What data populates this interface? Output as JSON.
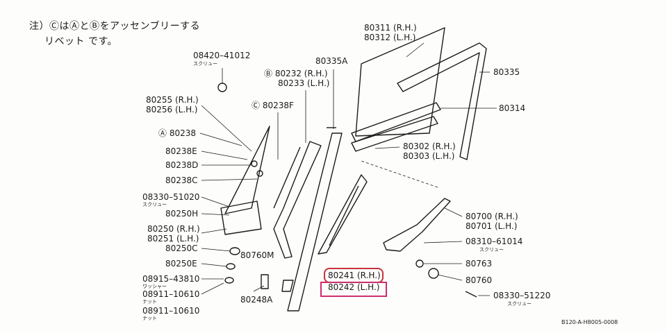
{
  "note": {
    "line1": "注）ⒸはⒶとⒷをアッセンブリーする",
    "line2": "リベット です。"
  },
  "parts": {
    "p80311": "80311 (R.H.)",
    "p80312": "80312 (L.H.)",
    "p08420": "08420–41012",
    "screw_ja": "スクリュー",
    "p80335A": "80335A",
    "p80335": "80335",
    "p80232": "Ⓑ 80232 (R.H.)",
    "p80233": "80233 (L.H.)",
    "p80255": "80255 (R.H.)",
    "p80256": "80256 (L.H.)",
    "p80238F": "Ⓒ 80238F",
    "p80314": "80314",
    "p80238": "Ⓐ 80238",
    "p80302": "80302 (R.H.)",
    "p80303": "80303 (L.H.)",
    "p80238E": "80238E",
    "p80238D": "80238D",
    "p80238C": "80238C",
    "p08330a": "08330–51020",
    "p80250H": "80250H",
    "p80700": "80700 (R.H.)",
    "p80701": "80701 (L.H.)",
    "p80250": "80250 (R.H.)",
    "p80251": "80251 (L.H.)",
    "p08310": "08310–61014",
    "p80250C": "80250C",
    "p80760M": "80760M",
    "p80763": "80763",
    "p80250E": "80250E",
    "p80241": "80241 (R.H.)",
    "p80242": "80242 (L.H.)",
    "p08915": "08915–43810",
    "washer_ja": "ワッシャー",
    "p80760": "80760",
    "p08911a": "08911–10610",
    "nut_ja": "ナット",
    "p80248A": "80248A",
    "p08330b": "08330–51220",
    "p08911b": "08911–10610"
  },
  "diagram_code": "B120-A-H8005-0008",
  "colors": {
    "ink": "#1a1a1a",
    "highlight_rh": "#c8323c",
    "highlight_lh": "#cc2c6e"
  }
}
